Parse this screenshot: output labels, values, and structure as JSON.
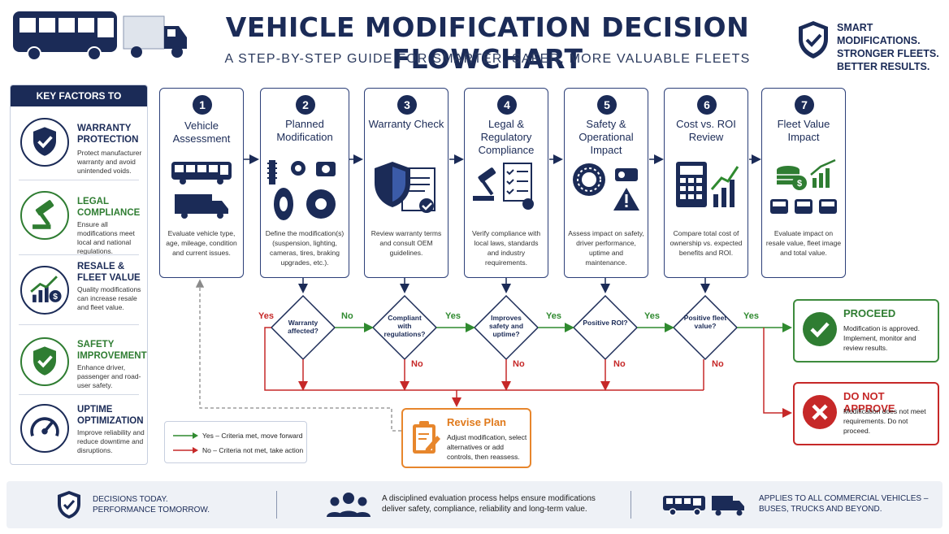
{
  "header": {
    "title": "VEHICLE MODIFICATION DECISION FLOWCHART",
    "subtitle": "A STEP-BY-STEP GUIDE FOR SMARTER, SAFER, MORE VALUABLE FLEETS",
    "tagline": [
      "SMART MODIFICATIONS.",
      "STRONGER FLEETS.",
      "BETTER RESULTS."
    ],
    "icons": [
      "bus-icon",
      "truck-icon",
      "shield-check-icon"
    ]
  },
  "factors": {
    "heading": "KEY FACTORS TO CONSIDER",
    "items": [
      {
        "title": "WARRANTY PROTECTION",
        "desc": "Protect manufacturer warranty and avoid unintended voids.",
        "color": "#1b2b57",
        "icon": "shield-check-icon"
      },
      {
        "title": "LEGAL COMPLIANCE",
        "desc": "Ensure all modifications meet local and national regulations.",
        "color": "#2f7d32",
        "icon": "gavel-icon"
      },
      {
        "title": "RESALE & FLEET VALUE",
        "desc": "Quality modifications can increase resale and fleet value.",
        "color": "#1b2b57",
        "icon": "chart-dollar-icon"
      },
      {
        "title": "SAFETY IMPROVEMENT",
        "desc": "Enhance driver, passenger and road-user safety.",
        "color": "#2f7d32",
        "icon": "shield-check-icon"
      },
      {
        "title": "UPTIME OPTIMIZATION",
        "desc": "Improve reliability and reduce downtime and disruptions.",
        "color": "#1b2b57",
        "icon": "speedometer-icon"
      }
    ]
  },
  "steps": [
    {
      "num": "1",
      "title": "Vehicle Assessment",
      "desc": "Evaluate vehicle type, age, mileage, condition and current issues.",
      "icon": "bus-truck-icon"
    },
    {
      "num": "2",
      "title": "Planned Modification",
      "desc": "Define the modification(s) (suspension, lighting, cameras, tires, braking upgrades, etc.).",
      "icon": "parts-icon"
    },
    {
      "num": "3",
      "title": "Warranty Check",
      "desc": "Review warranty terms and consult OEM guidelines.",
      "icon": "warranty-document-icon"
    },
    {
      "num": "4",
      "title": "Legal & Regulatory Compliance",
      "desc": "Verify compliance with local laws, standards and industry requirements.",
      "icon": "gavel-checklist-icon"
    },
    {
      "num": "5",
      "title": "Safety & Operational Impact",
      "desc": "Assess impact on safety, driver performance, uptime and maintenance.",
      "icon": "brake-warning-icon"
    },
    {
      "num": "6",
      "title": "Cost vs. ROI Review",
      "desc": "Compare total cost of ownership vs. expected benefits and ROI.",
      "icon": "calculator-chart-icon"
    },
    {
      "num": "7",
      "title": "Fleet Value Impact",
      "desc": "Evaluate impact on resale value, fleet image and total value.",
      "icon": "money-growth-icon"
    }
  ],
  "decisions": [
    {
      "label": "Warranty affected?",
      "yes": "Yes",
      "no": "No"
    },
    {
      "label": "Compliant with regulations?",
      "yes": "Yes",
      "no": "No"
    },
    {
      "label": "Improves safety and uptime?",
      "yes": "Yes",
      "no": "No"
    },
    {
      "label": "Positive ROI?",
      "yes": "Yes",
      "no": "No"
    },
    {
      "label": "Positive fleet value?",
      "yes": "Yes",
      "no": "No"
    }
  ],
  "outcomes": {
    "proceed": {
      "title": "PROCEED",
      "desc": "Modification is approved. Implement, monitor and review results.",
      "color": "#3d8b3d"
    },
    "deny": {
      "title": "DO NOT APPROVE",
      "desc": "Modification does not meet requirements. Do not proceed.",
      "color": "#c62828"
    }
  },
  "revise": {
    "title": "Revise Plan",
    "desc": "Adjust modification, select alternatives or add controls, then reassess.",
    "color": "#e7862c"
  },
  "legend": {
    "yes": "Yes – Criteria met, move forward",
    "no": "No – Criteria not met, take action"
  },
  "footer": {
    "left": [
      "DECISIONS TODAY.",
      "PERFORMANCE TOMORROW."
    ],
    "middle": [
      "A disciplined evaluation process helps ensure modifications",
      "deliver safety, compliance, reliability and long-term value."
    ],
    "right": [
      "APPLIES TO ALL COMMERCIAL VEHICLES –",
      "BUSES, TRUCKS AND BEYOND."
    ]
  },
  "colors": {
    "navy": "#1b2b57",
    "green": "#2f8a2f",
    "red": "#c62828",
    "orange": "#e7862c"
  }
}
